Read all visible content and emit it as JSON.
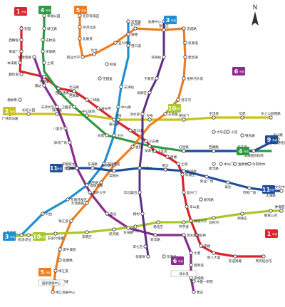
{
  "map": {
    "compass_letter": "N",
    "line_colors": {
      "line1": "#d7262b",
      "line2": "#c9c21d",
      "line3": "#1f8fd1",
      "line4": "#2e9a42",
      "line5": "#ee7d1f",
      "line6": "#8a2b8e",
      "line9": "#1f4d9b",
      "line10": "#a6c92a",
      "line11": "#1f4e9e"
    },
    "badges": [
      {
        "key": "b1a",
        "num": "1",
        "sub": "号线"
      },
      {
        "key": "b4a",
        "num": "4",
        "sub": "号线"
      },
      {
        "key": "b5a",
        "num": "5",
        "sub": "号线"
      },
      {
        "key": "b3a",
        "num": "3",
        "sub": "号线"
      },
      {
        "key": "b6a",
        "num": "6",
        "sub": "号线"
      },
      {
        "key": "b2a",
        "num": "2",
        "sub": "号线"
      },
      {
        "key": "b10a",
        "num": "10",
        "sub": "号线"
      },
      {
        "key": "b9a",
        "num": "9",
        "sub": "号线"
      },
      {
        "key": "b4b",
        "num": "4",
        "sub": "号线"
      },
      {
        "key": "b11a",
        "num": "11",
        "sub": "号线"
      },
      {
        "key": "b11b",
        "num": "11",
        "sub": "号线"
      },
      {
        "key": "b3b",
        "num": "3",
        "sub": "号线"
      },
      {
        "key": "b10b",
        "num": "10",
        "sub": "号线"
      },
      {
        "key": "b1b",
        "num": "1",
        "sub": "号线"
      },
      {
        "key": "b6b",
        "num": "6",
        "sub": "号线"
      },
      {
        "key": "b5b",
        "num": "5",
        "sub": "号线"
      }
    ],
    "stations": [
      {
        "key": "s_lbz",
        "name": "刘园"
      },
      {
        "key": "s_xhz",
        "name": "西横堤"
      },
      {
        "key": "s_gbq",
        "name": "果酒厂"
      },
      {
        "key": "s_bcz",
        "name": "本溪路"
      },
      {
        "key": "s_qnr",
        "name": "勤俭道"
      },
      {
        "key": "s_hkd",
        "name": "洪湖里"
      },
      {
        "key": "s_xzd",
        "name": "西站"
      },
      {
        "key": "s_xnl",
        "name": "西南角"
      },
      {
        "key": "s_eng",
        "name": "二纬路"
      },
      {
        "key": "s_hpl",
        "name": "海光寺"
      },
      {
        "key": "s_alz",
        "name": "鞍山道"
      },
      {
        "key": "s_yyl",
        "name": "营口道"
      },
      {
        "key": "s_xsl",
        "name": "小白楼"
      },
      {
        "key": "s_xsd",
        "name": "下瓦房"
      },
      {
        "key": "s_nlz",
        "name": "南楼"
      },
      {
        "key": "s_tjt",
        "name": "土城"
      },
      {
        "key": "s_clz",
        "name": "陈塘庄"
      },
      {
        "key": "s_fxd",
        "name": "复兴门"
      },
      {
        "key": "s_hhl",
        "name": "华山里"
      },
      {
        "key": "s_cyt",
        "name": "财经大学"
      },
      {
        "key": "s_sqz",
        "name": "双林"
      },
      {
        "key": "s_lyz",
        "name": "李楼"
      },
      {
        "key": "s_bjk",
        "name": "北京科技园"
      },
      {
        "key": "s_dfl",
        "name": "丹河北道"
      },
      {
        "key": "s_bcs",
        "name": "北辰道"
      },
      {
        "key": "s_ysl",
        "name": "职业大学"
      },
      {
        "key": "s_bvl",
        "name": "宜兴埠北"
      },
      {
        "key": "s_yxb",
        "name": "宜兴埠"
      },
      {
        "key": "s_zsz",
        "name": "张兴庄"
      },
      {
        "key": "s_zsl",
        "name": "志成路"
      },
      {
        "key": "s_sxz",
        "name": "思源道"
      },
      {
        "key": "s_jbz",
        "name": "建昌道"
      },
      {
        "key": "s_jyl",
        "name": "金钟河大街"
      },
      {
        "key": "s_ysd",
        "name": "月牙河"
      },
      {
        "key": "s_xbd",
        "name": "幸福公园"
      },
      {
        "key": "s_jcl",
        "name": "靖江路"
      },
      {
        "key": "s_cyl",
        "name": "成林道"
      },
      {
        "key": "s_jlz",
        "name": "津塘路"
      },
      {
        "key": "s_thl",
        "name": "土城"
      },
      {
        "key": "s_dzz",
        "name": "唐家口"
      },
      {
        "key": "s_hjz",
        "name": "卫国道"
      },
      {
        "key": "s_dzm",
        "name": "东南角"
      },
      {
        "key": "s_gwy",
        "name": "鼓楼"
      },
      {
        "key": "s_ysz",
        "name": "营口道"
      },
      {
        "key": "s_tjz",
        "name": "天津站"
      },
      {
        "key": "s_zsd",
        "name": "中山路"
      },
      {
        "key": "s_jyd",
        "name": "金街"
      },
      {
        "key": "s_dsh",
        "name": "东南角"
      },
      {
        "key": "s_gml",
        "name": "广开四马路"
      },
      {
        "key": "s_cdl",
        "name": "长虹公园"
      },
      {
        "key": "s_jld",
        "name": "咸阳路"
      },
      {
        "key": "s_csl",
        "name": "一中心医院"
      },
      {
        "key": "s_txl",
        "name": "天拖"
      },
      {
        "key": "s_wsd",
        "name": "王顶堤"
      },
      {
        "key": "s_hyd",
        "name": "华苑"
      },
      {
        "key": "s_sgl",
        "name": "水上公园西路"
      },
      {
        "key": "s_tlz",
        "name": "天塔"
      },
      {
        "key": "s_wyd",
        "name": "吴家窑"
      },
      {
        "key": "s_xsc",
        "name": "西康路"
      },
      {
        "key": "s_hzz",
        "name": "滨江道"
      },
      {
        "key": "s_cqd",
        "name": "南京路"
      },
      {
        "key": "s_hlz",
        "name": "和平路"
      },
      {
        "key": "s_dlz",
        "name": "大沽南路"
      },
      {
        "key": "s_zll",
        "name": "珠江道"
      },
      {
        "key": "s_hgz",
        "name": "黑牛城道"
      },
      {
        "key": "s_gll",
        "name": "梅江道"
      },
      {
        "key": "s_mjz",
        "name": "梅江会展中心"
      },
      {
        "key": "s_ljz",
        "name": "解放南路"
      },
      {
        "key": "s_nzz",
        "name": "南站"
      },
      {
        "key": "s_tsj",
        "name": "天津大学"
      },
      {
        "key": "s_yql",
        "name": "八里台"
      },
      {
        "key": "s_jwl",
        "name": "津湾广场"
      },
      {
        "key": "s_jpz",
        "name": "建国道"
      },
      {
        "key": "s_nkz",
        "name": "南开大学"
      },
      {
        "key": "s_jbl",
        "name": "直沽"
      },
      {
        "key": "s_tyz",
        "name": "东海路"
      },
      {
        "key": "s_xhd",
        "name": "新华路"
      },
      {
        "key": "s_dhz",
        "name": "大港"
      },
      {
        "key": "s_qcl",
        "name": "泉城路"
      },
      {
        "key": "s_cbz",
        "name": "曹庄"
      },
      {
        "key": "s_bxz",
        "name": "卞兴"
      },
      {
        "key": "s_fyz",
        "name": "芥园西道"
      },
      {
        "key": "s_xlz",
        "name": "咸阳北路"
      },
      {
        "key": "s_ddz",
        "name": "东丽开发区"
      },
      {
        "key": "s_ltz",
        "name": "刘台"
      },
      {
        "key": "s_aqz",
        "name": "机场"
      },
      {
        "key": "s_bhz",
        "name": "滨海国际机场"
      },
      {
        "key": "s_jsz",
        "name": "空港经济区"
      },
      {
        "key": "s_xcz",
        "name": "新立"
      },
      {
        "key": "s_dfz",
        "name": "东丽六经路"
      },
      {
        "key": "s_lhz",
        "name": "李明庄"
      },
      {
        "key": "s_hgd",
        "name": "航天路"
      },
      {
        "key": "s_zjz",
        "name": "中河"
      },
      {
        "key": "s_ycz",
        "name": "杨伍庄"
      },
      {
        "key": "s_shz",
        "name": "双桥河"
      },
      {
        "key": "s_hzl",
        "name": "胡张庄"
      },
      {
        "key": "s_wjz",
        "name": "钢管公司"
      },
      {
        "key": "s_jzz",
        "name": "军粮城北"
      },
      {
        "key": "s_hyz",
        "name": "东海路"
      },
      {
        "key": "s_cdz",
        "name": "茶淀"
      },
      {
        "key": "s_xyz",
        "name": "新业广场"
      },
      {
        "key": "s_tdz",
        "name": "泰达"
      },
      {
        "key": "s_qtz",
        "name": "市民广场"
      },
      {
        "key": "s_qlz",
        "name": "太湖路"
      },
      {
        "key": "s_hjl",
        "name": "会展中心"
      },
      {
        "key": "s_bhs",
        "name": "滨海站"
      },
      {
        "key": "s_yjz",
        "name": "于家堡"
      },
      {
        "key": "s_gnz",
        "name": "高新区"
      },
      {
        "key": "s_ynz",
        "name": "渌水道"
      },
      {
        "key": "s_hbz",
        "name": "华北集团"
      },
      {
        "key": "s_bcz2",
        "name": "杨村"
      },
      {
        "key": "s_lsz",
        "name": "李七庄"
      },
      {
        "key": "s_zqz",
        "name": "张家窝"
      },
      {
        "key": "s_yhz",
        "name": "友谊南路"
      },
      {
        "key": "s_zhz",
        "name": "周邓纪念馆"
      },
      {
        "key": "s_rmz",
        "name": "人民医院"
      },
      {
        "key": "s_jsl",
        "name": "肿瘤医院"
      },
      {
        "key": "s_wxz",
        "name": "文化中心"
      },
      {
        "key": "s_jhz",
        "name": "尖山路"
      },
      {
        "key": "s_ngz",
        "name": "环宇道"
      },
      {
        "key": "s_bgz",
        "name": "宾水西道"
      },
      {
        "key": "s_xwz",
        "name": "西青道"
      },
      {
        "key": "s_hcz",
        "name": "大学城"
      },
      {
        "key": "s_zgz",
        "name": "中医一附院"
      },
      {
        "key": "s_lxz",
        "name": "杨柳青"
      },
      {
        "key": "s_ljl",
        "name": "梨园头"
      },
      {
        "key": "s_xyq",
        "name": "华苑北"
      },
      {
        "key": "s_bsz",
        "name": "北洋村"
      },
      {
        "key": "s_tzz",
        "name": "新八大里"
      },
      {
        "key": "s_fhz",
        "name": "复康路"
      },
      {
        "key": "s_jxz",
        "name": "佳园里"
      },
      {
        "key": "s_lgz",
        "name": "柳滩"
      },
      {
        "key": "s_bsl",
        "name": "北仓"
      },
      {
        "key": "s_hzs",
        "name": "红星路"
      },
      {
        "key": "s_mkz",
        "name": "民权门"
      },
      {
        "key": "s_ssz",
        "name": "双街"
      },
      {
        "key": "s_bmz",
        "name": "北马路"
      },
      {
        "key": "s_dmz",
        "name": "大毕庄"
      },
      {
        "key": "s_xgz",
        "name": "小淀"
      },
      {
        "key": "s_tlz2",
        "name": "铁东路"
      },
      {
        "key": "s_wbz",
        "name": "外院附中"
      },
      {
        "key": "s_jdz",
        "name": "金狮桥"
      },
      {
        "key": "s_zyz",
        "name": "中山门"
      },
      {
        "key": "s_hjz2",
        "name": "新华路"
      },
      {
        "key": "s_xzz",
        "name": "新兆路"
      },
      {
        "key": "s_dtz",
        "name": "东南角"
      }
    ],
    "legend_bottom": [
      {
        "key": "l5",
        "name": "国家会展中心"
      },
      {
        "key": "l6",
        "name": "渌水道"
      }
    ]
  }
}
